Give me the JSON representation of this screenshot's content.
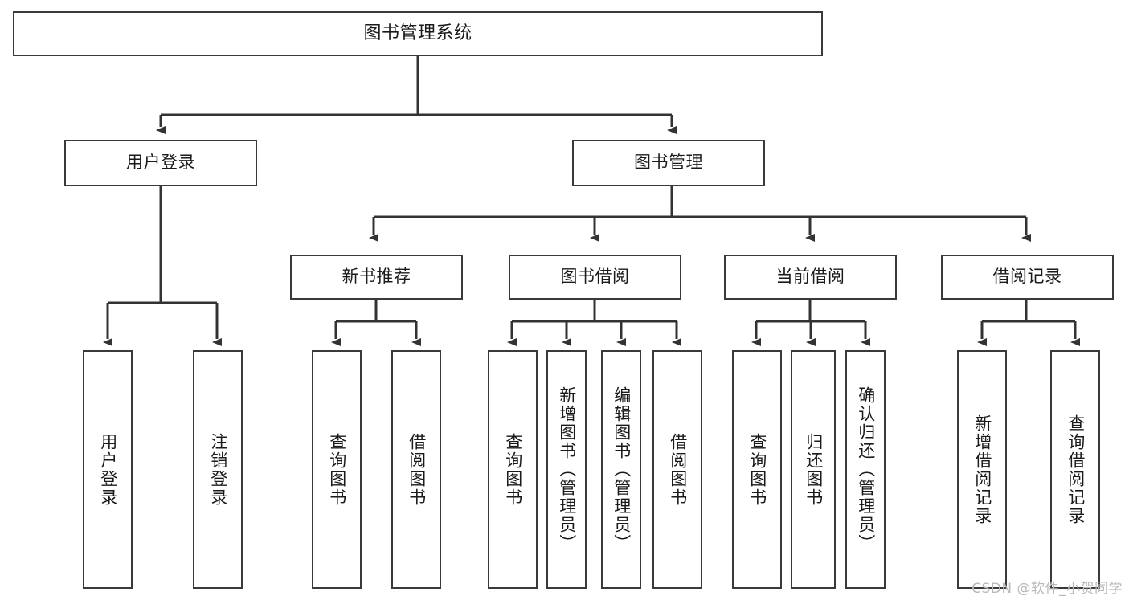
{
  "diagram": {
    "title": "图书管理系统",
    "watermark": "CSDN @软件_小贺同学",
    "theme": {
      "border_color": "#3a3a3a",
      "box_fill": "#ffffff",
      "connector_color": "#333333",
      "text_color": "#1a1a1a",
      "watermark_color": "#b9b9b9",
      "background": "#ffffff"
    },
    "root": {
      "label": "图书管理系统"
    },
    "level2": [
      {
        "label": "用户登录"
      },
      {
        "label": "图书管理"
      }
    ],
    "level3": [
      {
        "label": "新书推荐"
      },
      {
        "label": "图书借阅"
      },
      {
        "label": "当前借阅"
      },
      {
        "label": "借阅记录"
      }
    ],
    "leaves": {
      "user_login": [
        {
          "label": "用户登录"
        },
        {
          "label": "注销登录"
        }
      ],
      "new_book_recommend": [
        {
          "label": "查询图书"
        },
        {
          "label": "借阅图书"
        }
      ],
      "book_borrow": [
        {
          "label": "查询图书"
        },
        {
          "label": "新增图书（管理员）"
        },
        {
          "label": "编辑图书（管理员）"
        },
        {
          "label": "借阅图书"
        }
      ],
      "current_borrow": [
        {
          "label": "查询图书"
        },
        {
          "label": "归还图书"
        },
        {
          "label": "确认归还（管理员）"
        }
      ],
      "borrow_record": [
        {
          "label": "新增借阅记录"
        },
        {
          "label": "查询借阅记录"
        }
      ]
    }
  }
}
